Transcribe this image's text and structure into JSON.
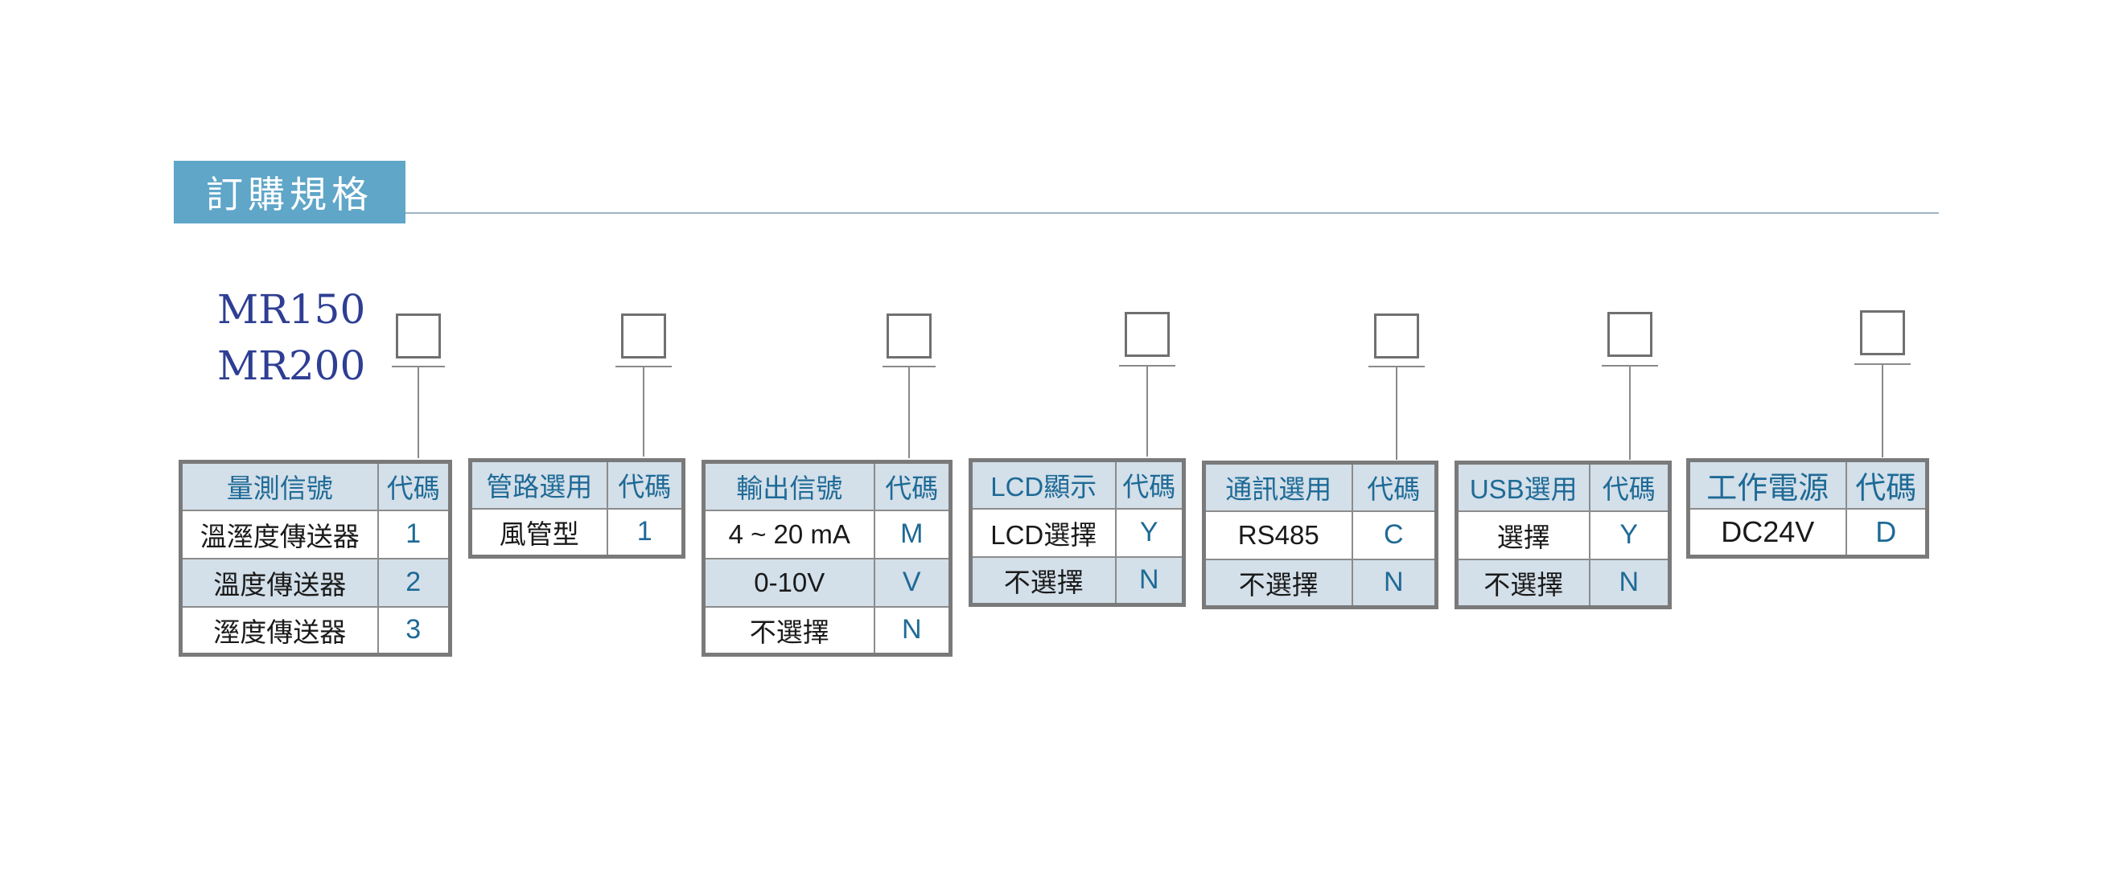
{
  "section_title": "訂購規格",
  "models": [
    "MR150",
    "MR200"
  ],
  "tables": [
    {
      "headers": [
        "量測信號",
        "代碼"
      ],
      "rows": [
        {
          "label": "溫溼度傳送器",
          "code": "1"
        },
        {
          "label": "溫度傳送器",
          "code": "2"
        },
        {
          "label": "溼度傳送器",
          "code": "3"
        }
      ]
    },
    {
      "headers": [
        "管路選用",
        "代碼"
      ],
      "rows": [
        {
          "label": "風管型",
          "code": "1"
        }
      ]
    },
    {
      "headers": [
        "輸出信號",
        "代碼"
      ],
      "rows": [
        {
          "label": "4 ~ 20 mA",
          "code": "M"
        },
        {
          "label": "0-10V",
          "code": "V"
        },
        {
          "label": "不選擇",
          "code": "N"
        }
      ]
    },
    {
      "headers": [
        "LCD顯示",
        "代碼"
      ],
      "rows": [
        {
          "label": "LCD選擇",
          "code": "Y"
        },
        {
          "label": "不選擇",
          "code": "N"
        }
      ]
    },
    {
      "headers": [
        "通訊選用",
        "代碼"
      ],
      "rows": [
        {
          "label": "RS485",
          "code": "C"
        },
        {
          "label": "不選擇",
          "code": "N"
        }
      ]
    },
    {
      "headers": [
        "USB選用",
        "代碼"
      ],
      "rows": [
        {
          "label": "選擇",
          "code": "Y"
        },
        {
          "label": "不選擇",
          "code": "N"
        }
      ]
    },
    {
      "headers": [
        "工作電源",
        "代碼"
      ],
      "rows": [
        {
          "label": "DC24V",
          "code": "D"
        }
      ]
    }
  ]
}
